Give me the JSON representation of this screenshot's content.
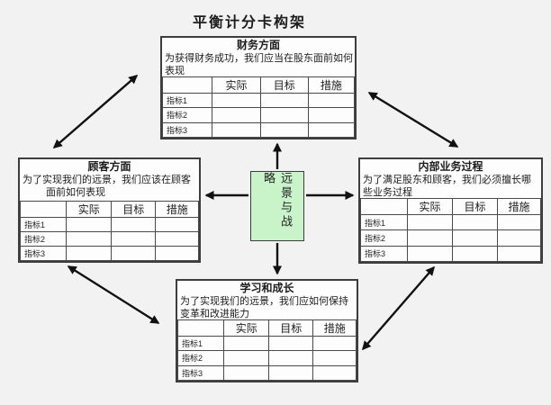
{
  "page": {
    "title": "平衡计分卡构架",
    "background_color": "#f2f2f2"
  },
  "center_box": {
    "label": "远景与战略",
    "fill_color": "#c9f3c9"
  },
  "perspectives": {
    "financial": {
      "title": "财务方面",
      "desc_line1": "为获得财务成功，我们应当在股东面前如何",
      "desc_line2": "表现"
    },
    "customer": {
      "title": "顾客方面",
      "desc_line1": "为了实现我们的远景，我们应该在顾客",
      "desc_line2": "面前如何表现"
    },
    "internal_process": {
      "title": "内部业务过程",
      "desc_line1": "为了满足股东和顾客，我们必须擅长哪",
      "desc_line2": "些业务过程"
    },
    "learning_growth": {
      "title": "学习和成长",
      "desc_line1": "为了实现我们的远景，我们应如何保持",
      "desc_line2": "变革和改进能力"
    }
  },
  "metric_table": {
    "col_headers": [
      "实际",
      "目标",
      "措施"
    ],
    "row_labels": [
      "指标1",
      "指标2",
      "指标3"
    ]
  },
  "connections": [
    {
      "from": "vision_strategy",
      "to": "financial",
      "type": "single"
    },
    {
      "from": "vision_strategy",
      "to": "customer",
      "type": "single"
    },
    {
      "from": "vision_strategy",
      "to": "internal_process",
      "type": "single"
    },
    {
      "from": "vision_strategy",
      "to": "learning_growth",
      "type": "single"
    },
    {
      "from": "financial",
      "to": "customer",
      "type": "double"
    },
    {
      "from": "financial",
      "to": "internal_process",
      "type": "double"
    },
    {
      "from": "customer",
      "to": "learning_growth",
      "type": "double"
    },
    {
      "from": "internal_process",
      "to": "learning_growth",
      "type": "double"
    }
  ],
  "colors": {
    "box_border": "#3d3d3d",
    "arrow": "#111111"
  }
}
